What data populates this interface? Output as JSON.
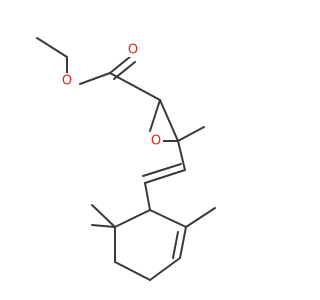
{
  "structure": {
    "atoms": {
      "carbonyl_oxygen": "O",
      "ester_oxygen": "O",
      "epoxide_oxygen": "O"
    },
    "colors": {
      "bond": "#3a3a3a",
      "oxygen": "#e0261b",
      "background": "#ffffff"
    }
  }
}
